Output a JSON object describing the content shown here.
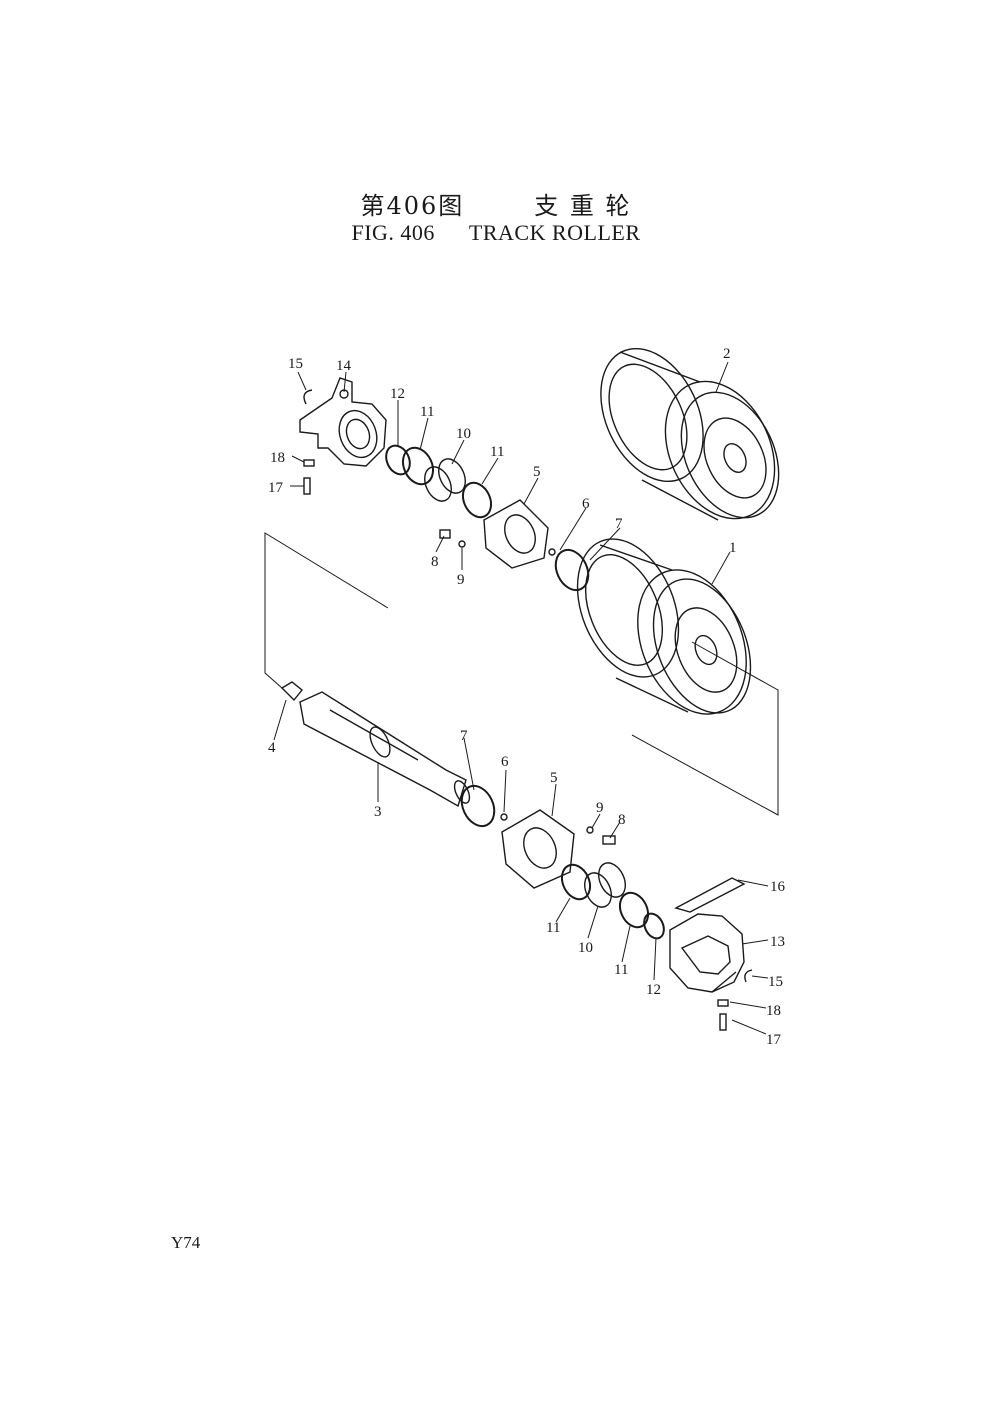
{
  "header": {
    "cn_figure": "第406图",
    "cn_title": "支 重 轮",
    "en_figure": "FIG. 406",
    "en_title": "TRACK ROLLER"
  },
  "callouts": {
    "c1": "1",
    "c2": "2",
    "c3": "3",
    "c4": "4",
    "c5a": "5",
    "c5b": "5",
    "c6a": "6",
    "c6b": "6",
    "c7a": "7",
    "c7b": "7",
    "c8a": "8",
    "c8b": "8",
    "c9a": "9",
    "c9b": "9",
    "c10a": "10",
    "c10b": "10",
    "c11a": "11",
    "c11b": "11",
    "c11c": "11",
    "c11d": "11",
    "c12a": "12",
    "c12b": "12",
    "c13": "13",
    "c14": "14",
    "c15a": "15",
    "c15b": "15",
    "c16": "16",
    "c17a": "17",
    "c17b": "17",
    "c18a": "18",
    "c18b": "18"
  },
  "footer": {
    "page_number": "Y74"
  }
}
